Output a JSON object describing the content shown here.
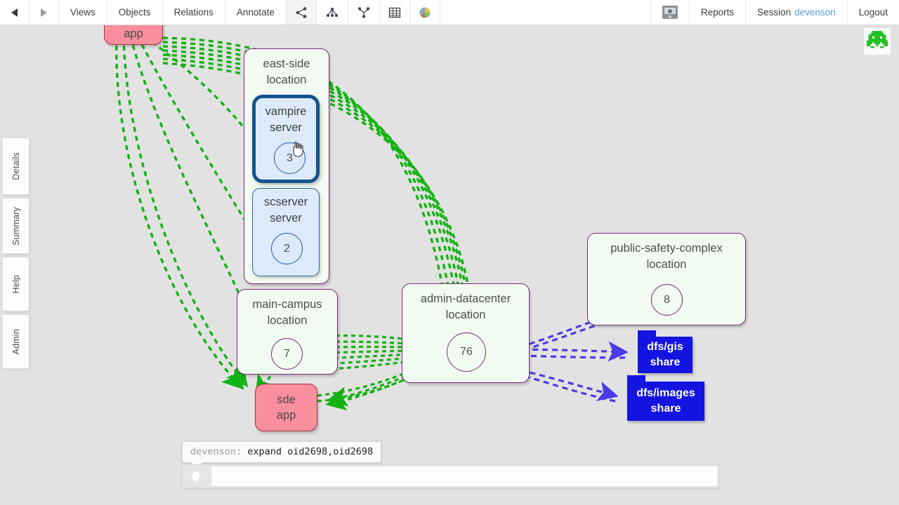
{
  "toolbar": {
    "back_label": "◀",
    "forward_label": "▶",
    "menus": [
      "Views",
      "Objects",
      "Relations",
      "Annotate"
    ],
    "icons": [
      "share-graph-icon",
      "hierarchy-icon",
      "tree-icon",
      "table-icon",
      "palette-icon"
    ],
    "capture_icon": "screen-capture-icon",
    "reports_label": "Reports",
    "session_label": "Session",
    "session_user": "devenson",
    "logout_label": "Logout"
  },
  "sidebar": {
    "items": [
      {
        "label": "Details"
      },
      {
        "label": "Summary"
      },
      {
        "label": "Help"
      },
      {
        "label": "Admin"
      }
    ]
  },
  "graph": {
    "logo": "space-invader-logo",
    "nodes": [
      {
        "id": "app-top",
        "kind": "app",
        "label": "app",
        "count": null
      },
      {
        "id": "east-side",
        "kind": "group",
        "label": "east-side\nlocation",
        "count": null
      },
      {
        "id": "vampire",
        "kind": "server",
        "label": "vampire\nserver",
        "count": "3",
        "selected": true
      },
      {
        "id": "scserver",
        "kind": "server",
        "label": "scserver\nserver",
        "count": "2",
        "selected": false
      },
      {
        "id": "main-campus",
        "kind": "group",
        "label": "main-campus\nlocation",
        "count": "7"
      },
      {
        "id": "admin-datacenter",
        "kind": "group",
        "label": "admin-datacenter\nlocation",
        "count": "76"
      },
      {
        "id": "public-safety-complex",
        "kind": "group",
        "label": "public-safety-complex\nlocation",
        "count": "8"
      },
      {
        "id": "sde-app",
        "kind": "app",
        "label": "sde\napp",
        "count": null
      },
      {
        "id": "dfs-gis",
        "kind": "share",
        "label": "dfs/gis\nshare",
        "count": null
      },
      {
        "id": "dfs-images",
        "kind": "share",
        "label": "dfs/images\nshare",
        "count": null
      }
    ],
    "colors": {
      "edge_green": "#13b313",
      "edge_blue": "#4a3ae8",
      "group_border": "#7d2a7d",
      "group_fill": "#f2fbf1",
      "server_border": "#2b5fa8",
      "server_fill": "#ddeafb",
      "server_selected_border": "#13548f",
      "app_fill": "#f98e9c",
      "share_fill": "#1414e0",
      "canvas_bg": "#e2e2e2",
      "accent": "#5b9bd5"
    }
  },
  "command": {
    "tooltip_user": "devenson:",
    "tooltip_text": " expand oid2698,oid2698",
    "input_value": "",
    "input_placeholder": "",
    "spinner_icon": "loading-moon-icon"
  }
}
